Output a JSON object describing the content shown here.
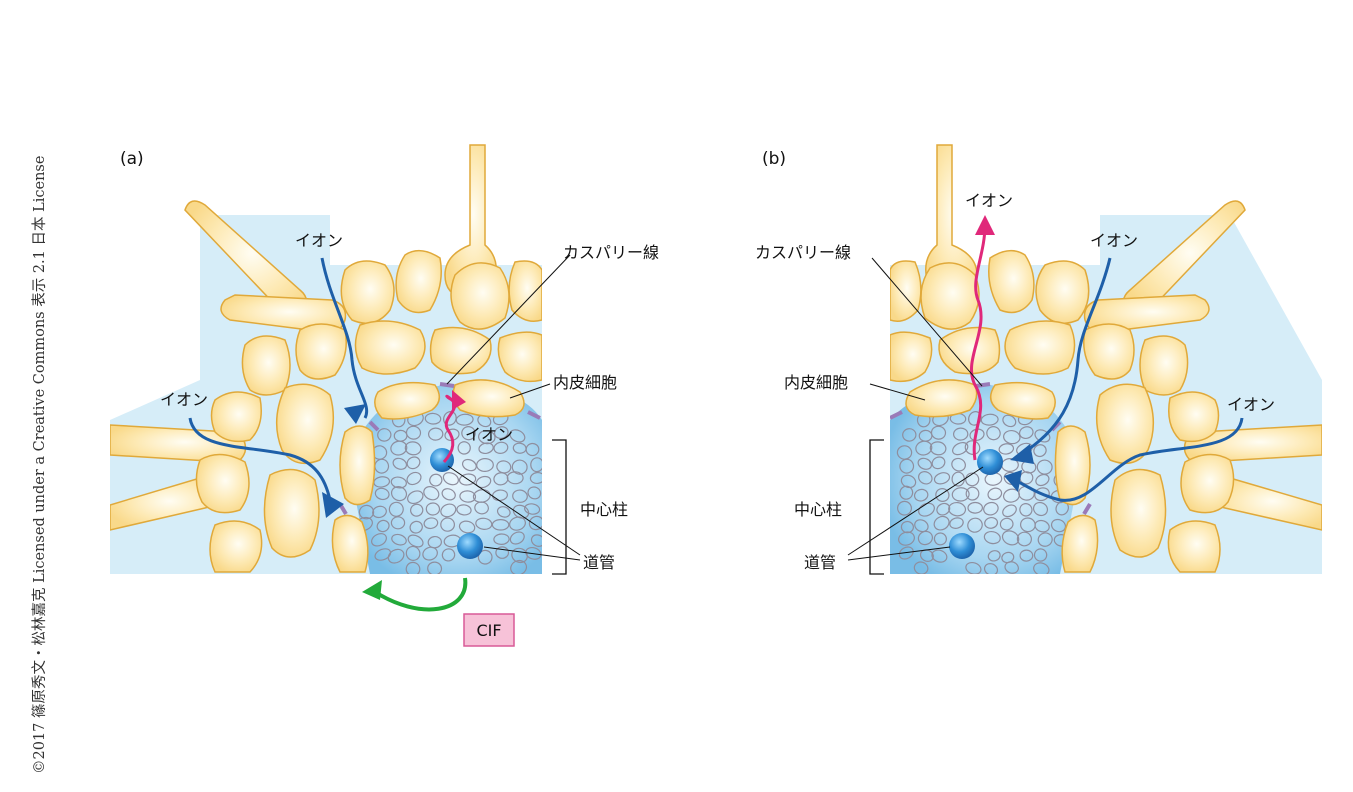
{
  "credit": "©2017 篠原秀文・松林嘉克 Licensed under a Creative Commons 表示 2.1 日本 License",
  "panel_a": {
    "label": "(a)",
    "ion_top": "イオン",
    "ion_left": "イオン",
    "ion_inner": "イオン",
    "casparian": "カスパリー線",
    "endodermis": "内皮細胞",
    "stele": "中心柱",
    "vessel": "道管",
    "cif": "CIF"
  },
  "panel_b": {
    "label": "(b)",
    "ion_top": "イオン",
    "ion_right_top": "イオン",
    "ion_right": "イオン",
    "casparian": "カスパリー線",
    "endodermis": "内皮細胞",
    "stele": "中心柱",
    "vessel": "道管"
  },
  "colors": {
    "cell_fill": "#fbe3a0",
    "cell_stroke": "#e0a93a",
    "apoplast": "#d4ecf7",
    "stele": "#9fd0ee",
    "vessel": "#2f86c9",
    "ion_blue": "#1e5fa8",
    "ion_pink": "#e0287a",
    "cif_arrow": "#22aa3a",
    "cif_box": "#f7c2d8",
    "casparian": "#9a7bb8"
  }
}
